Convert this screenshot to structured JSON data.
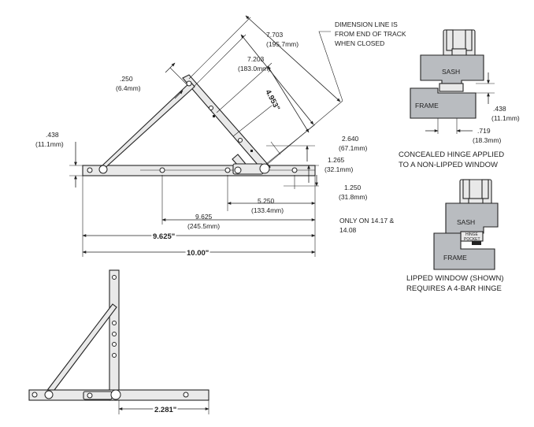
{
  "top_view": {
    "dim_7703": "7.703",
    "dim_7703_mm": "(195.7mm)",
    "dim_7203": "7.203",
    "dim_7203_mm": "(183.0mm)",
    "dim_4953": "4.953\"",
    "dim_250": ".250",
    "dim_250_mm": "(6.4mm)",
    "dim_438": ".438",
    "dim_438_mm": "(11.1mm)",
    "dim_2640": "2.640",
    "dim_2640_mm": "(67.1mm)",
    "dim_1265": "1.265",
    "dim_1265_mm": "(32.1mm)",
    "dim_1250": "1.250",
    "dim_1250_mm": "(31.8mm)",
    "dim_5250": "5.250",
    "dim_5250_mm": "(133.4mm)",
    "dim_9625": "9.625",
    "dim_9625_mm": "(245.5mm)",
    "only_on_line1": "ONLY ON 14.17 &",
    "only_on_line2": "14.08",
    "dim_9625_in": "9.625\"",
    "dim_10_in": "10.00\"",
    "note_line1": "DIMENSION LINE IS",
    "note_line2": "FROM END OF TRACK",
    "note_line3": "WHEN CLOSED"
  },
  "concealed_detail": {
    "sash_label": "SASH",
    "frame_label": "FRAME",
    "dim_438": ".438",
    "dim_438_mm": "(11.1mm)",
    "dim_719": ".719",
    "dim_719_mm": "(18.3mm)",
    "caption_line1": "CONCEALED HINGE APPLIED",
    "caption_line2": "TO A NON-LIPPED WINDOW"
  },
  "lipped_detail": {
    "sash_label": "SASH",
    "frame_label": "FRAME",
    "pocket_line1": "HINGE",
    "pocket_line2": "POCKET",
    "caption_line1": "LIPPED WINDOW (SHOWN)",
    "caption_line2": "REQUIRES A 4-BAR HINGE"
  },
  "closed_view": {
    "dim_2281": "2.281\""
  },
  "colors": {
    "ink": "#222222",
    "part_fill": "#e9e9e9",
    "block_fill": "#b9bcc0"
  }
}
